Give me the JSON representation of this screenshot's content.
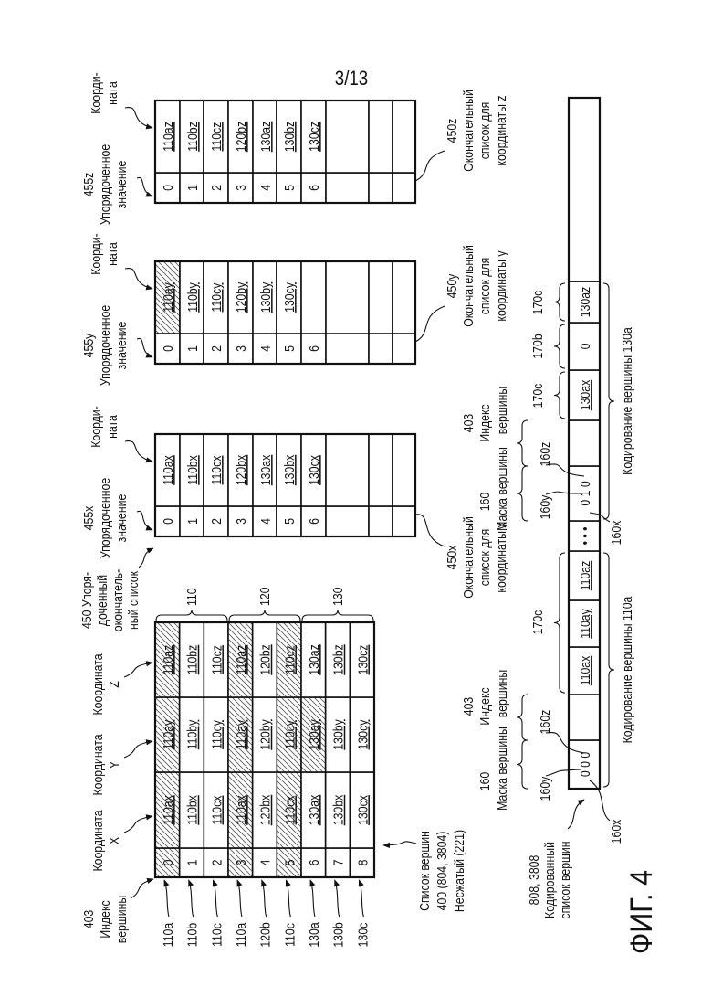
{
  "page_number": "3/13",
  "figure_label": "ФИГ. 4",
  "vertex_list": {
    "caption": [
      "Список вершин",
      "400 (804, 3804)",
      "Несжатый (221)"
    ],
    "headers": {
      "index": [
        "403",
        "Индекс",
        "вершины"
      ],
      "x": [
        "Координата",
        "X"
      ],
      "y": [
        "Координата",
        "Y"
      ],
      "z": [
        "Координата",
        "Z"
      ],
      "ordered": [
        "450 Упоря-",
        "доченный",
        "окончатель-",
        "ный список"
      ]
    },
    "rows": [
      {
        "label": "110a",
        "index": "0",
        "x": "110ax",
        "y": "110ay",
        "z": "110az",
        "hatched": {
          "index": true,
          "x": true,
          "y": true,
          "z": true
        }
      },
      {
        "label": "110b",
        "index": "1",
        "x": "110bx",
        "y": "110by",
        "z": "110bz",
        "hatched": {
          "index": false,
          "x": false,
          "y": false,
          "z": false
        }
      },
      {
        "label": "110c",
        "index": "2",
        "x": "110cx",
        "y": "110cy",
        "z": "110cz",
        "hatched": {
          "index": false,
          "x": false,
          "y": false,
          "z": false
        }
      },
      {
        "label": "110a",
        "index": "3",
        "x": "110ax",
        "y": "110ay",
        "z": "110az",
        "hatched": {
          "index": true,
          "x": true,
          "y": true,
          "z": true
        }
      },
      {
        "label": "120b",
        "index": "4",
        "x": "120bx",
        "y": "120by",
        "z": "120bz",
        "hatched": {
          "index": false,
          "x": false,
          "y": false,
          "z": false
        }
      },
      {
        "label": "110c",
        "index": "5",
        "x": "110cx",
        "y": "110cy",
        "z": "110cz",
        "hatched": {
          "index": true,
          "x": true,
          "y": true,
          "z": true
        }
      },
      {
        "label": "130a",
        "index": "6",
        "x": "130ax",
        "y": "130ay",
        "z": "130az",
        "hatched": {
          "index": false,
          "x": false,
          "y": true,
          "z": false
        }
      },
      {
        "label": "130b",
        "index": "7",
        "x": "130bx",
        "y": "130by",
        "z": "130bz",
        "hatched": {
          "index": false,
          "x": false,
          "y": false,
          "z": false
        }
      },
      {
        "label": "130c",
        "index": "8",
        "x": "130cx",
        "y": "130cy",
        "z": "130cz",
        "hatched": {
          "index": false,
          "x": false,
          "y": false,
          "z": false
        }
      }
    ],
    "groups": [
      {
        "label": "110",
        "first_row": 0,
        "last_row": 2
      },
      {
        "label": "120",
        "first_row": 3,
        "last_row": 5
      },
      {
        "label": "130",
        "first_row": 6,
        "last_row": 8
      }
    ]
  },
  "ordered_lists": [
    {
      "axis": "x",
      "value_header": [
        "455x",
        "Упорядоченное",
        "значение"
      ],
      "coord_header": [
        "Коорди-",
        "ната"
      ],
      "indices": [
        "0",
        "1",
        "2",
        "3",
        "4",
        "5",
        "6"
      ],
      "values": [
        "110ax",
        "110bx",
        "110cx",
        "120bx",
        "130ax",
        "130bx",
        "130cx"
      ],
      "hatched_values": [],
      "total_rows": 10,
      "caption": [
        "450x",
        "Окончательный",
        "список для",
        "координаты x"
      ]
    },
    {
      "axis": "y",
      "value_header": [
        "455y",
        "Упорядоченное",
        "значение"
      ],
      "coord_header": [
        "Коорди-",
        "ната"
      ],
      "indices": [
        "0",
        "1",
        "2",
        "3",
        "4",
        "5",
        "6"
      ],
      "values": [
        "110ay",
        "110by",
        "110cy",
        "120by",
        "130by",
        "130cy"
      ],
      "hatched_values": [
        0
      ],
      "total_rows": 10,
      "caption": [
        "450y",
        "Окончательный",
        "список для",
        "координаты y"
      ]
    },
    {
      "axis": "z",
      "value_header": [
        "455z",
        "Упорядоченное",
        "значение"
      ],
      "coord_header": [
        "Коорди-",
        "ната"
      ],
      "indices": [
        "0",
        "1",
        "2",
        "3",
        "4",
        "5",
        "6"
      ],
      "values": [
        "110az",
        "110bz",
        "110cz",
        "120bz",
        "130az",
        "130bz",
        "130cz"
      ],
      "hatched_values": [],
      "total_rows": 10,
      "caption": [
        "450z",
        "Окончательный",
        "список для",
        "координаты z"
      ]
    }
  ],
  "encoded_list": {
    "caption": [
      "808, 3808",
      "Кодированный",
      "список вершин"
    ],
    "cells": [
      {
        "text": "0 0 0",
        "underline": false
      },
      {
        "text": "",
        "underline": false
      },
      {
        "text": "110ax",
        "underline": true
      },
      {
        "text": "110ay",
        "underline": true
      },
      {
        "text": "110az",
        "underline": true
      },
      {
        "text": "• • •",
        "underline": false
      },
      {
        "text": "0 1 0",
        "underline": false
      },
      {
        "text": "",
        "underline": false
      },
      {
        "text": "130ax",
        "underline": true
      },
      {
        "text": "0",
        "underline": false
      },
      {
        "text": "130az",
        "underline": false
      },
      {
        "text": "",
        "underline": false
      }
    ],
    "vertices": [
      {
        "mask_label": [
          "160",
          "Маска вершины"
        ],
        "index_label": [
          "403",
          "Индекс",
          "вершины"
        ],
        "bit_labels": {
          "x": "160x",
          "y": "160y",
          "z": "160z"
        },
        "coord_labels": [
          "170c"
        ],
        "encoding_label": "Кодирование вершины 110a"
      },
      {
        "mask_label": [
          "160",
          "Маска вершины"
        ],
        "index_label": [
          "403",
          "Индекс",
          "вершины"
        ],
        "bit_labels": {
          "x": "160x",
          "y": "160y",
          "z": "160z"
        },
        "coord_labels": [
          "170c",
          "170b",
          "170c"
        ],
        "encoding_label": "Кодирование вершины 130a"
      }
    ]
  }
}
